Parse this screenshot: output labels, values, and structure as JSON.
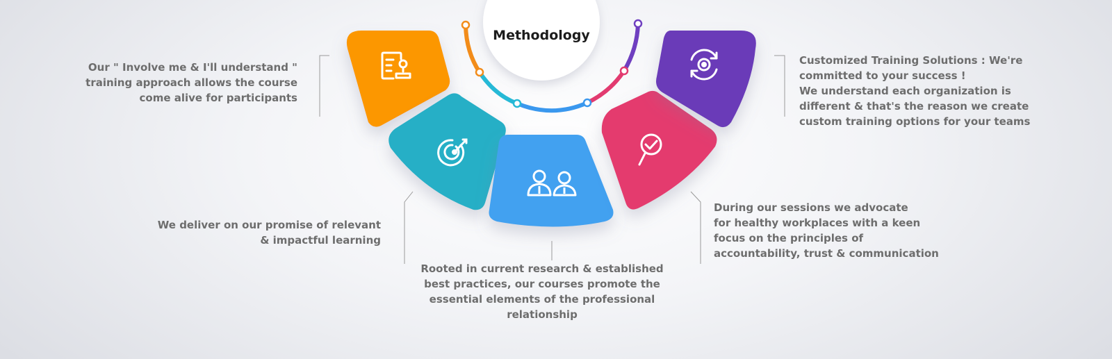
{
  "title": "Methodology",
  "segments": [
    {
      "id": "involve",
      "color": "#FC9700",
      "icon": "document-stamp-icon",
      "lines": [
        "Our \" Involve me & I'll understand \"",
        "training approach allows the course",
        "come alive for participants"
      ]
    },
    {
      "id": "relevant",
      "color": "#28AFC6",
      "icon": "target-icon",
      "lines": [
        "We deliver on our promise of relevant",
        "& impactful learning"
      ]
    },
    {
      "id": "research",
      "color": "#42A1F0",
      "icon": "people-icon",
      "lines": [
        "Rooted in current research & established",
        "best practices, our courses promote the",
        "essential elements of the professional",
        "relationship"
      ]
    },
    {
      "id": "workplaces",
      "color": "#E43B6E",
      "icon": "magnifier-check-icon",
      "lines": [
        "During our sessions we advocate",
        "for healthy workplaces with a keen",
        "focus on the principles of",
        "accountability, trust & communication"
      ]
    },
    {
      "id": "customized",
      "color": "#6B3BB8",
      "icon": "refresh-target-icon",
      "lines": [
        "Customized Training Solutions : We're",
        "committed to your success !",
        "We understand each organization is",
        "different & that's the reason we create",
        "custom training options for your teams"
      ]
    }
  ],
  "arc_colors": [
    "#F28C1A",
    "#26B9D6",
    "#3A98EE",
    "#E23B70",
    "#6F3FC0"
  ]
}
